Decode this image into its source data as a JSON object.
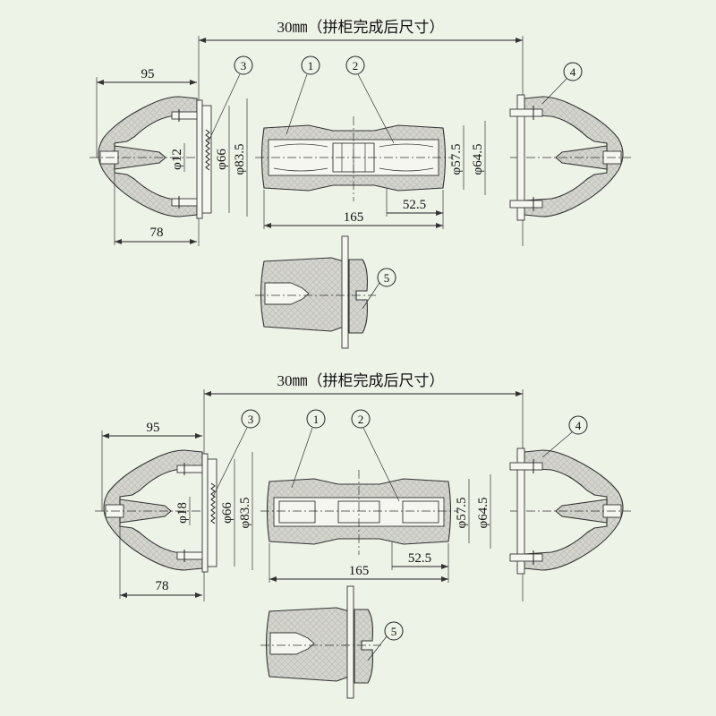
{
  "colors": {
    "background": "#eef3e8",
    "line": "#222222",
    "insulator_fill": "#d5d5cf"
  },
  "drawings": [
    {
      "title": "30㎜（拼柜完成后尺寸）",
      "dims": {
        "left_width": "95",
        "left_base": "78",
        "slot": "φ12",
        "d66": "φ66",
        "d83": "φ83.5",
        "d57": "φ57.5",
        "d64": "φ64.5",
        "length": "165",
        "half": "52.5"
      },
      "callouts": [
        "1",
        "2",
        "3",
        "4",
        "5"
      ]
    },
    {
      "title": "30㎜（拼柜完成后尺寸）",
      "dims": {
        "left_width": "95",
        "left_base": "78",
        "slot": "φ18",
        "d66": "φ66",
        "d83": "φ83.5",
        "d57": "φ57.5",
        "d64": "φ64.5",
        "length": "165",
        "half": "52.5"
      },
      "callouts": [
        "1",
        "2",
        "3",
        "4",
        "5"
      ]
    }
  ]
}
